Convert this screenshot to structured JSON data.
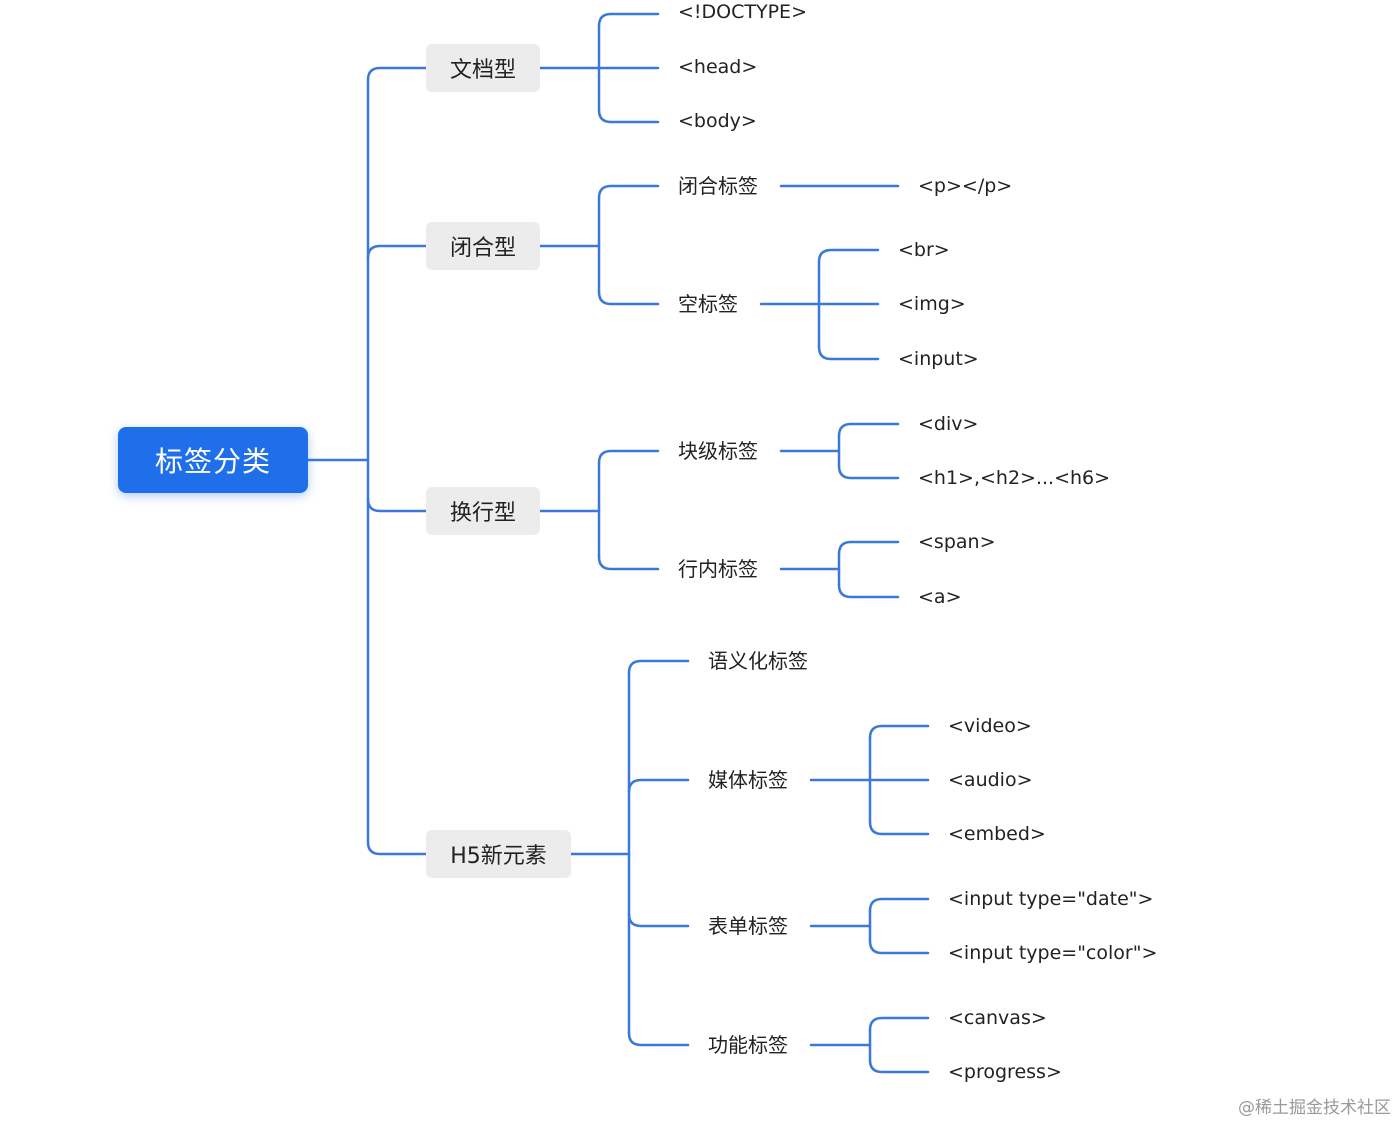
{
  "root": {
    "label": "标签分类"
  },
  "branches": [
    {
      "label": "文档型",
      "children": [
        {
          "label": "<!DOCTYPE>",
          "children": []
        },
        {
          "label": "<head>",
          "children": []
        },
        {
          "label": "<body>",
          "children": []
        }
      ]
    },
    {
      "label": "闭合型",
      "children": [
        {
          "label": "闭合标签",
          "children": [
            "<p></p>"
          ]
        },
        {
          "label": "空标签",
          "children": [
            "<br>",
            "<img>",
            "<input>"
          ]
        }
      ]
    },
    {
      "label": "换行型",
      "children": [
        {
          "label": "块级标签",
          "children": [
            "<div>",
            "<h1>,<h2>...<h6>"
          ]
        },
        {
          "label": "行内标签",
          "children": [
            "<span>",
            "<a>"
          ]
        }
      ]
    },
    {
      "label": "H5新元素",
      "children": [
        {
          "label": "语义化标签",
          "children": []
        },
        {
          "label": "媒体标签",
          "children": [
            "<video>",
            "<audio>",
            "<embed>"
          ]
        },
        {
          "label": "表单标签",
          "children": [
            "<input type=\"date\">",
            "<input type=\"color\">"
          ]
        },
        {
          "label": "功能标签",
          "children": [
            "<canvas>",
            "<progress>"
          ]
        }
      ]
    }
  ],
  "watermark": "@稀土掘金技术社区",
  "colors": {
    "root_bg": "#1f6feb",
    "branch_bg": "#ececec",
    "connector": "#3b78d8"
  }
}
